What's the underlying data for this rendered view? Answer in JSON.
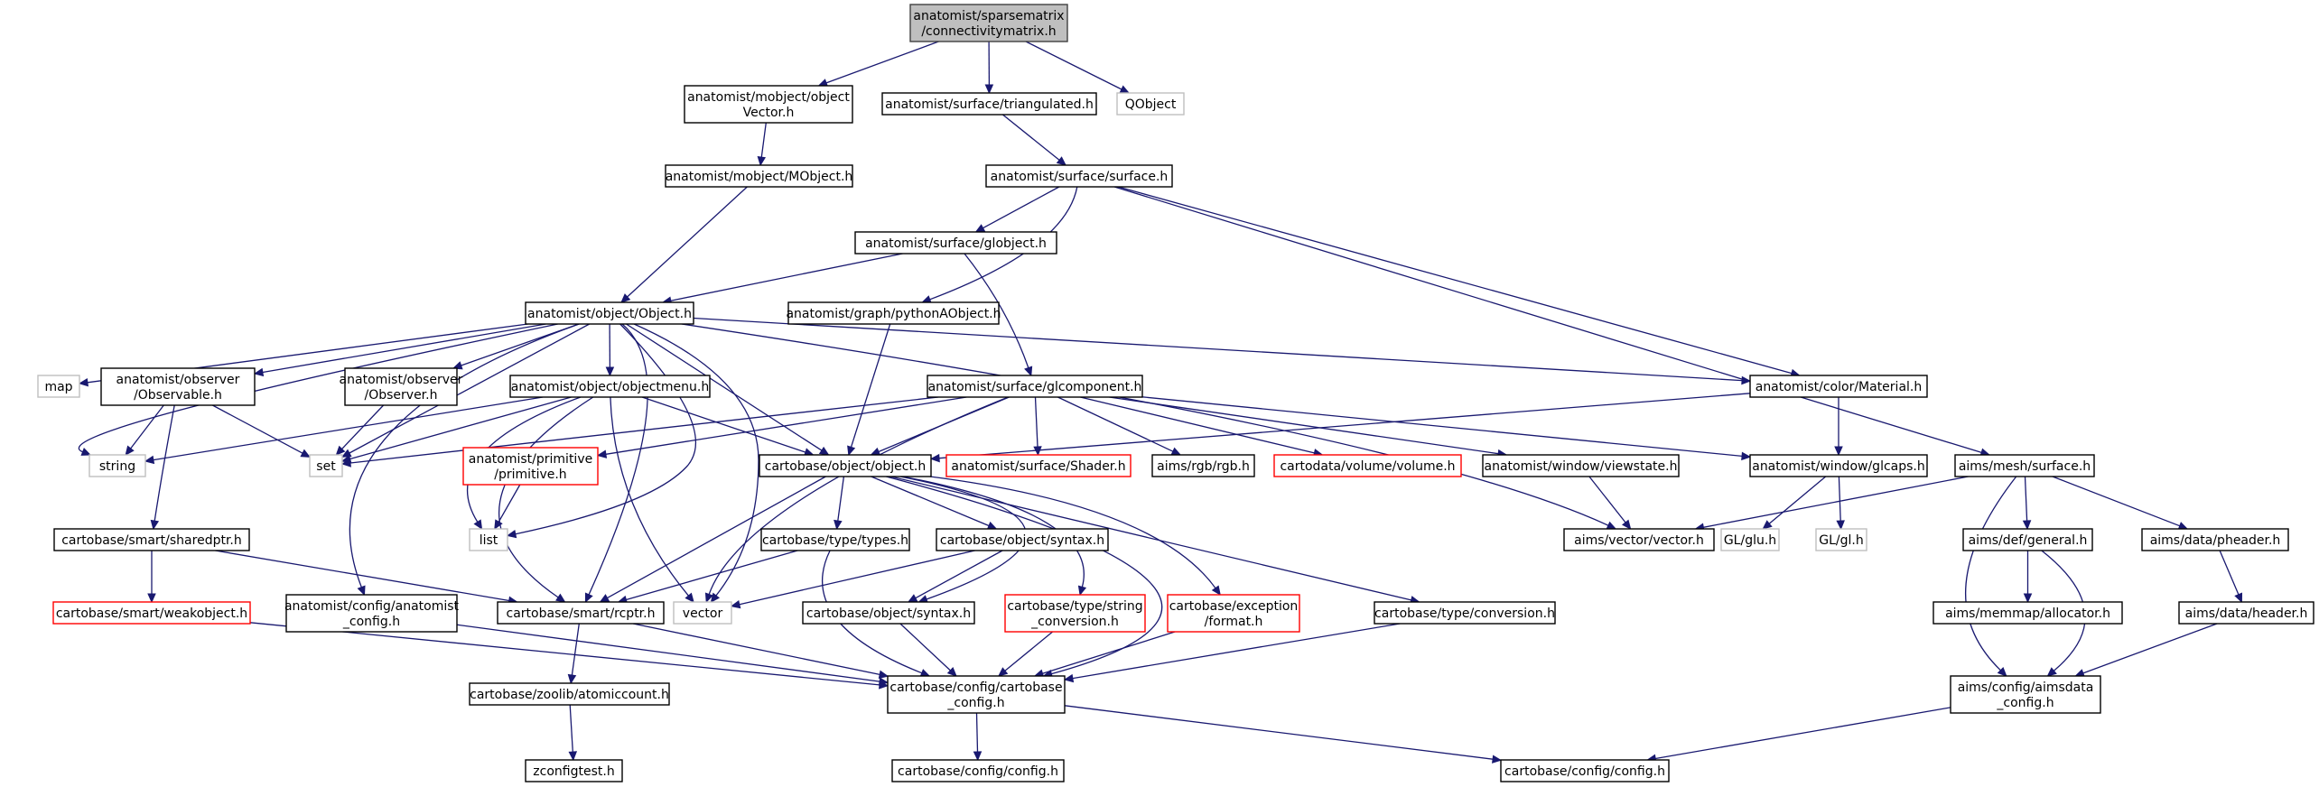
{
  "diagram": {
    "type": "include-dependency-graph",
    "colors": {
      "edge": "#191970",
      "root_fill": "#bfbfbf",
      "normal_border": "#000000",
      "missing_doc_border": "#ff0000",
      "external_border": "#bfbfbf"
    },
    "nodes": [
      {
        "id": "root",
        "lines": [
          "anatomist/sparsematrix",
          "/connectivitymatrix.h"
        ],
        "kind": "root"
      },
      {
        "id": "mobjvector",
        "lines": [
          "anatomist/mobject/object",
          "Vector.h"
        ],
        "kind": "normal"
      },
      {
        "id": "triangulated",
        "lines": [
          "anatomist/surface/triangulated.h"
        ],
        "kind": "normal"
      },
      {
        "id": "qobject",
        "lines": [
          "QObject"
        ],
        "kind": "external"
      },
      {
        "id": "mobject",
        "lines": [
          "anatomist/mobject/MObject.h"
        ],
        "kind": "normal"
      },
      {
        "id": "surface",
        "lines": [
          "anatomist/surface/surface.h"
        ],
        "kind": "normal"
      },
      {
        "id": "globject",
        "lines": [
          "anatomist/surface/globject.h"
        ],
        "kind": "normal"
      },
      {
        "id": "object",
        "lines": [
          "anatomist/object/Object.h"
        ],
        "kind": "normal"
      },
      {
        "id": "pythonaobject",
        "lines": [
          "anatomist/graph/pythonAObject.h"
        ],
        "kind": "normal"
      },
      {
        "id": "map",
        "lines": [
          "map"
        ],
        "kind": "external"
      },
      {
        "id": "observable",
        "lines": [
          "anatomist/observer",
          "/Observable.h"
        ],
        "kind": "normal"
      },
      {
        "id": "observer",
        "lines": [
          "anatomist/observer",
          "/Observer.h"
        ],
        "kind": "normal"
      },
      {
        "id": "objectmenu",
        "lines": [
          "anatomist/object/objectmenu.h"
        ],
        "kind": "normal"
      },
      {
        "id": "glcomponent",
        "lines": [
          "anatomist/surface/glcomponent.h"
        ],
        "kind": "normal"
      },
      {
        "id": "material",
        "lines": [
          "anatomist/color/Material.h"
        ],
        "kind": "normal"
      },
      {
        "id": "string",
        "lines": [
          "string"
        ],
        "kind": "external"
      },
      {
        "id": "set",
        "lines": [
          "set"
        ],
        "kind": "external"
      },
      {
        "id": "primitive",
        "lines": [
          "anatomist/primitive",
          "/primitive.h"
        ],
        "kind": "missing"
      },
      {
        "id": "cbobject",
        "lines": [
          "cartobase/object/object.h"
        ],
        "kind": "normal"
      },
      {
        "id": "shader",
        "lines": [
          "anatomist/surface/Shader.h"
        ],
        "kind": "missing"
      },
      {
        "id": "rgb",
        "lines": [
          "aims/rgb/rgb.h"
        ],
        "kind": "normal"
      },
      {
        "id": "volume",
        "lines": [
          "cartodata/volume/volume.h"
        ],
        "kind": "missing"
      },
      {
        "id": "viewstate",
        "lines": [
          "anatomist/window/viewstate.h"
        ],
        "kind": "normal"
      },
      {
        "id": "glcaps",
        "lines": [
          "anatomist/window/glcaps.h"
        ],
        "kind": "normal"
      },
      {
        "id": "meshsurface",
        "lines": [
          "aims/mesh/surface.h"
        ],
        "kind": "normal"
      },
      {
        "id": "list",
        "lines": [
          "list"
        ],
        "kind": "external"
      },
      {
        "id": "sharedptr",
        "lines": [
          "cartobase/smart/sharedptr.h"
        ],
        "kind": "normal"
      },
      {
        "id": "types",
        "lines": [
          "cartobase/type/types.h"
        ],
        "kind": "normal"
      },
      {
        "id": "cbsyntaxh",
        "lines": [
          "cartobase/object/syntax.h"
        ],
        "kind": "normal"
      },
      {
        "id": "vectorh",
        "lines": [
          "aims/vector/vector.h"
        ],
        "kind": "normal"
      },
      {
        "id": "glu",
        "lines": [
          "GL/glu.h"
        ],
        "kind": "external"
      },
      {
        "id": "gl",
        "lines": [
          "GL/gl.h"
        ],
        "kind": "external"
      },
      {
        "id": "defgeneral",
        "lines": [
          "aims/def/general.h"
        ],
        "kind": "normal"
      },
      {
        "id": "pheader",
        "lines": [
          "aims/data/pheader.h"
        ],
        "kind": "normal"
      },
      {
        "id": "weakobject",
        "lines": [
          "cartobase/smart/weakobject.h"
        ],
        "kind": "missing"
      },
      {
        "id": "anaconfig",
        "lines": [
          "anatomist/config/anatomist",
          "_config.h"
        ],
        "kind": "normal"
      },
      {
        "id": "rcptr",
        "lines": [
          "cartobase/smart/rcptr.h"
        ],
        "kind": "normal"
      },
      {
        "id": "vector",
        "lines": [
          "vector"
        ],
        "kind": "external"
      },
      {
        "id": "cbsyntax2",
        "lines": [
          "cartobase/object/syntax.h"
        ],
        "kind": "normal"
      },
      {
        "id": "stringconv",
        "lines": [
          "cartobase/type/string",
          "_conversion.h"
        ],
        "kind": "missing"
      },
      {
        "id": "format",
        "lines": [
          "cartobase/exception",
          "/format.h"
        ],
        "kind": "missing"
      },
      {
        "id": "conversion",
        "lines": [
          "cartobase/type/conversion.h"
        ],
        "kind": "normal"
      },
      {
        "id": "allocator",
        "lines": [
          "aims/memmap/allocator.h"
        ],
        "kind": "normal"
      },
      {
        "id": "header",
        "lines": [
          "aims/data/header.h"
        ],
        "kind": "normal"
      },
      {
        "id": "cbconfig",
        "lines": [
          "cartobase/config/cartobase",
          "_config.h"
        ],
        "kind": "normal"
      },
      {
        "id": "aimsdataconfig",
        "lines": [
          "aims/config/aimsdata",
          "_config.h"
        ],
        "kind": "normal"
      },
      {
        "id": "atomiccount",
        "lines": [
          "cartobase/zoolib/atomiccount.h"
        ],
        "kind": "normal"
      },
      {
        "id": "zconfigtest",
        "lines": [
          "zconfigtest.h"
        ],
        "kind": "normal"
      },
      {
        "id": "configh1",
        "lines": [
          "cartobase/config/config.h"
        ],
        "kind": "normal"
      },
      {
        "id": "configh2",
        "lines": [
          "cartobase/config/config.h"
        ],
        "kind": "normal"
      }
    ],
    "edges": [
      [
        "root",
        "mobjvector"
      ],
      [
        "root",
        "triangulated"
      ],
      [
        "root",
        "qobject"
      ],
      [
        "mobjvector",
        "mobject"
      ],
      [
        "mobject",
        "object"
      ],
      [
        "triangulated",
        "surface"
      ],
      [
        "surface",
        "globject"
      ],
      [
        "surface",
        "pythonaobject"
      ],
      [
        "surface",
        "material"
      ],
      [
        "surface",
        "meshsurface"
      ],
      [
        "globject",
        "object"
      ],
      [
        "globject",
        "glcomponent"
      ],
      [
        "object",
        "map"
      ],
      [
        "object",
        "observable"
      ],
      [
        "object",
        "string"
      ],
      [
        "object",
        "set"
      ],
      [
        "object",
        "observer"
      ],
      [
        "object",
        "objectmenu"
      ],
      [
        "object",
        "list"
      ],
      [
        "object",
        "rcptr"
      ],
      [
        "object",
        "vector"
      ],
      [
        "object",
        "cbobject"
      ],
      [
        "object",
        "material"
      ],
      [
        "object",
        "vectorh"
      ],
      [
        "object",
        "anaconfig"
      ],
      [
        "pythonaobject",
        "cbobject"
      ],
      [
        "observable",
        "string"
      ],
      [
        "observable",
        "set"
      ],
      [
        "observable",
        "sharedptr"
      ],
      [
        "observer",
        "set"
      ],
      [
        "objectmenu",
        "string"
      ],
      [
        "objectmenu",
        "set"
      ],
      [
        "objectmenu",
        "list"
      ],
      [
        "objectmenu",
        "rcptr"
      ],
      [
        "objectmenu",
        "vector"
      ],
      [
        "objectmenu",
        "cbobject"
      ],
      [
        "glcomponent",
        "set"
      ],
      [
        "glcomponent",
        "primitive"
      ],
      [
        "glcomponent",
        "cbobject"
      ],
      [
        "glcomponent",
        "shader"
      ],
      [
        "glcomponent",
        "rgb"
      ],
      [
        "glcomponent",
        "volume"
      ],
      [
        "glcomponent",
        "viewstate"
      ],
      [
        "glcomponent",
        "glcaps"
      ],
      [
        "glcomponent",
        "vector"
      ],
      [
        "material",
        "cbobject"
      ],
      [
        "material",
        "glcaps"
      ],
      [
        "primitive",
        "list"
      ],
      [
        "cbobject",
        "types"
      ],
      [
        "cbobject",
        "cbsyntaxh"
      ],
      [
        "cbobject",
        "rcptr"
      ],
      [
        "cbobject",
        "stringconv"
      ],
      [
        "cbobject",
        "format"
      ],
      [
        "cbobject",
        "conversion"
      ],
      [
        "cbobject",
        "cbconfig"
      ],
      [
        "cbobject",
        "cbsyntax2"
      ],
      [
        "viewstate",
        "vectorh"
      ],
      [
        "glcaps",
        "glu"
      ],
      [
        "glcaps",
        "gl"
      ],
      [
        "meshsurface",
        "vectorh"
      ],
      [
        "meshsurface",
        "defgeneral"
      ],
      [
        "meshsurface",
        "pheader"
      ],
      [
        "meshsurface",
        "aimsdataconfig"
      ],
      [
        "sharedptr",
        "weakobject"
      ],
      [
        "sharedptr",
        "rcptr"
      ],
      [
        "types",
        "rcptr"
      ],
      [
        "types",
        "cbconfig"
      ],
      [
        "cbsyntaxh",
        "vector"
      ],
      [
        "cbsyntaxh",
        "cbsyntax2"
      ],
      [
        "defgeneral",
        "allocator"
      ],
      [
        "defgeneral",
        "aimsdataconfig"
      ],
      [
        "pheader",
        "header"
      ],
      [
        "header",
        "aimsdataconfig"
      ],
      [
        "weakobject",
        "cbconfig"
      ],
      [
        "anaconfig",
        "cbconfig"
      ],
      [
        "rcptr",
        "atomiccount"
      ],
      [
        "rcptr",
        "cbconfig"
      ],
      [
        "cbsyntax2",
        "cbconfig"
      ],
      [
        "stringconv",
        "cbconfig"
      ],
      [
        "format",
        "cbconfig"
      ],
      [
        "conversion",
        "cbconfig"
      ],
      [
        "atomiccount",
        "zconfigtest"
      ],
      [
        "cbconfig",
        "configh1"
      ],
      [
        "cbconfig",
        "configh2"
      ],
      [
        "aimsdataconfig",
        "configh2"
      ]
    ]
  }
}
